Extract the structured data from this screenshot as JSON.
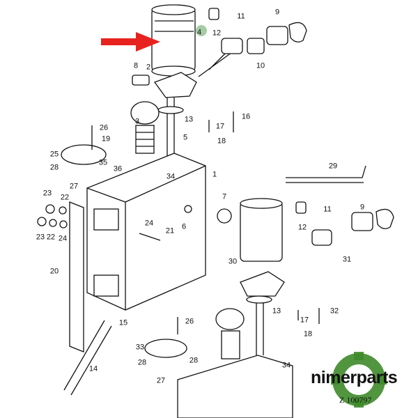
{
  "diagram": {
    "title": "Hydraulic oil filter and reservoir assembly",
    "callouts": [
      "11",
      "9",
      "4",
      "12",
      "10",
      "8",
      "2",
      "16",
      "13",
      "3",
      "26",
      "17",
      "19",
      "5",
      "18",
      "25",
      "35",
      "28",
      "36",
      "34",
      "1",
      "29",
      "7",
      "23",
      "22",
      "27",
      "11",
      "9",
      "6",
      "24",
      "21",
      "12",
      "23",
      "22",
      "24",
      "31",
      "30",
      "20",
      "13",
      "32",
      "17",
      "15",
      "26",
      "18",
      "33",
      "14",
      "28",
      "28",
      "34",
      "27"
    ],
    "highlight_arrow_color": "#e8231f",
    "highlight_dot_color": "#8fbf8f"
  },
  "watermark": {
    "brand": "nimerparts",
    "color": "#3f8a2a"
  },
  "reference": "Z 100797"
}
